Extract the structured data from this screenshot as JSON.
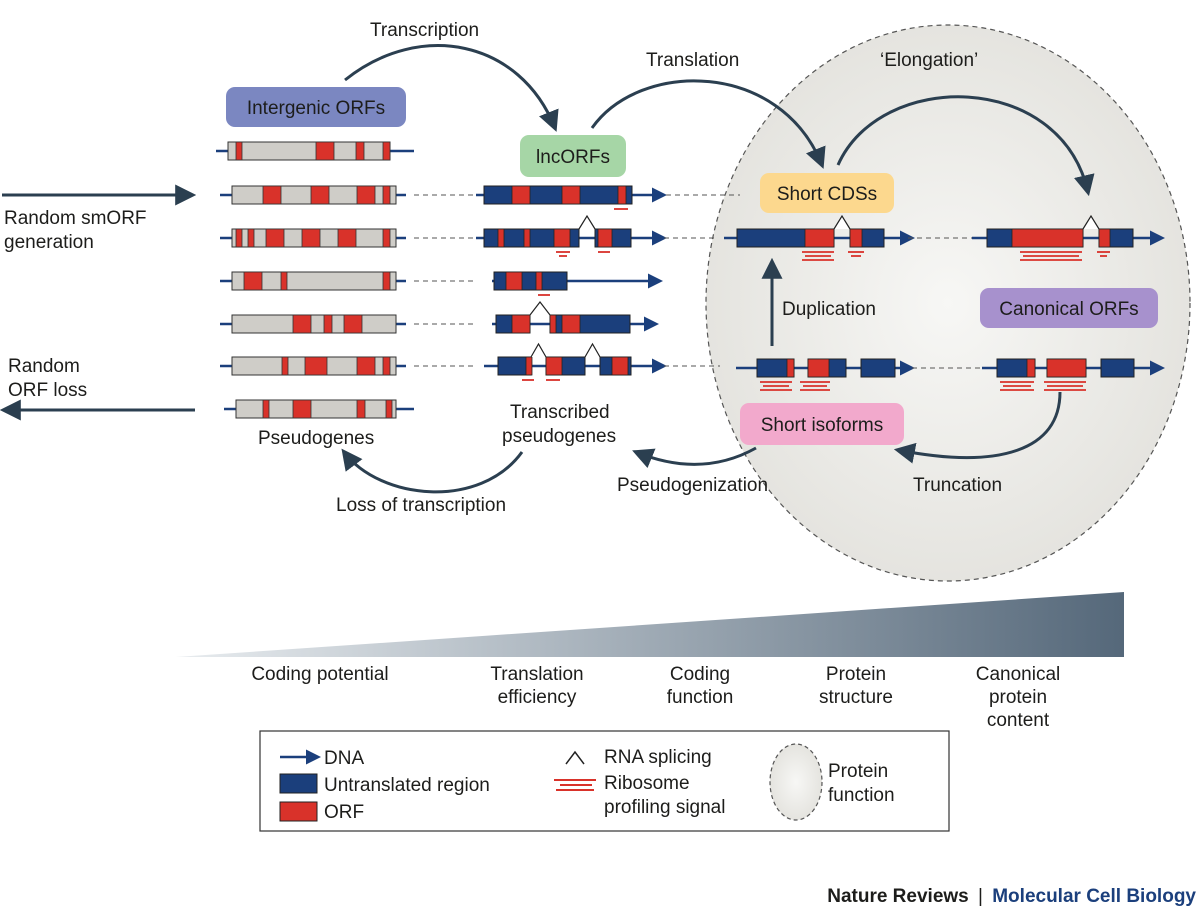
{
  "colors": {
    "utr": "#1b3f7c",
    "orf": "#d9322a",
    "pseudo_gene": "#cfcdc8",
    "line": "#1b3f7c",
    "arrow": "#2b3f50",
    "pill_intergenic": "#7b87c1",
    "pill_lnc": "#a6d6a6",
    "pill_cds": "#fcd88e",
    "pill_canonical": "#a791cd",
    "pill_isoform": "#f2a9cc",
    "ellipse": "#ebeae6",
    "credit_blue": "#1b3f7c"
  },
  "labels": {
    "transcription": "Transcription",
    "translation": "Translation",
    "elongation": "‘Elongation’",
    "random_smorf_1": "Random smORF",
    "random_smorf_2": "generation",
    "random_orf_1": "Random",
    "random_orf_2": "ORF loss",
    "pseudogenes": "Pseudogenes",
    "transcribed_pseudogenes_1": "Transcribed",
    "transcribed_pseudogenes_2": "pseudogenes",
    "loss_of_transcription": "Loss of transcription",
    "pseudogenization": "Pseudogenization",
    "duplication": "Duplication",
    "truncation": "Truncation"
  },
  "pills": {
    "intergenic": "Intergenic ORFs",
    "lnc": "lncORFs",
    "short_cds": "Short CDSs",
    "canonical": "Canonical ORFs",
    "short_isoforms": "Short isoforms"
  },
  "gradient_labels": [
    [
      "Coding potential"
    ],
    [
      "Translation",
      "efficiency"
    ],
    [
      "Coding",
      "function"
    ],
    [
      "Protein",
      "structure"
    ],
    [
      "Canonical",
      "protein",
      "content"
    ]
  ],
  "legend": {
    "dna": "DNA",
    "utr": "Untranslated region",
    "orf": "ORF",
    "splicing": "RNA splicing",
    "ribo_1": "Ribosome",
    "ribo_2": "profiling signal",
    "protein_1": "Protein",
    "protein_2": "function"
  },
  "credit": {
    "journal": "Nature Reviews",
    "separator": "|",
    "subjournal": "Molecular Cell Biology"
  }
}
